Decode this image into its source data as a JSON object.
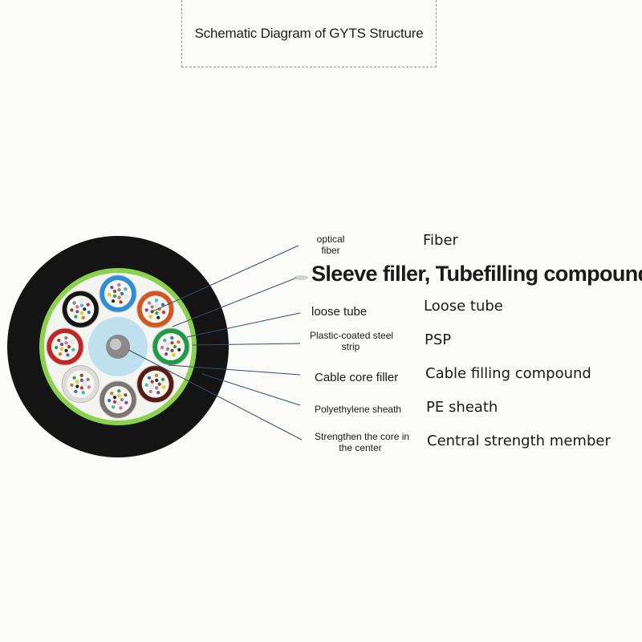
{
  "title": "Schematic Diagram of GYTS Structure",
  "labels": [
    {
      "cn": "optical\nfiber",
      "en": "Fiber"
    },
    {
      "cn": "",
      "en": "Sleeve filler, Tubefilling compound"
    },
    {
      "cn": "loose tube",
      "en": "Loose tube"
    },
    {
      "cn": "Plastic-coated steel\nstrip",
      "en": "PSP"
    },
    {
      "cn": "Cable core filler",
      "en": "Cable filling compound"
    },
    {
      "cn": "Polyethylene sheath",
      "en": "PE sheath"
    },
    {
      "cn": "Strengthen the core in\nthe center",
      "en": "Central strength member"
    }
  ],
  "colors": {
    "sheath": "#141414",
    "armor": "#8ad24e",
    "core_filler": "#f4f4f0",
    "center_filler": "#bfe0ef",
    "tubes": [
      "#2b8ed6",
      "#d4561e",
      "#1f9a47",
      "#5a1a14",
      "#7c7470",
      "#dcdcd8",
      "#c42424",
      "#151515"
    ]
  }
}
